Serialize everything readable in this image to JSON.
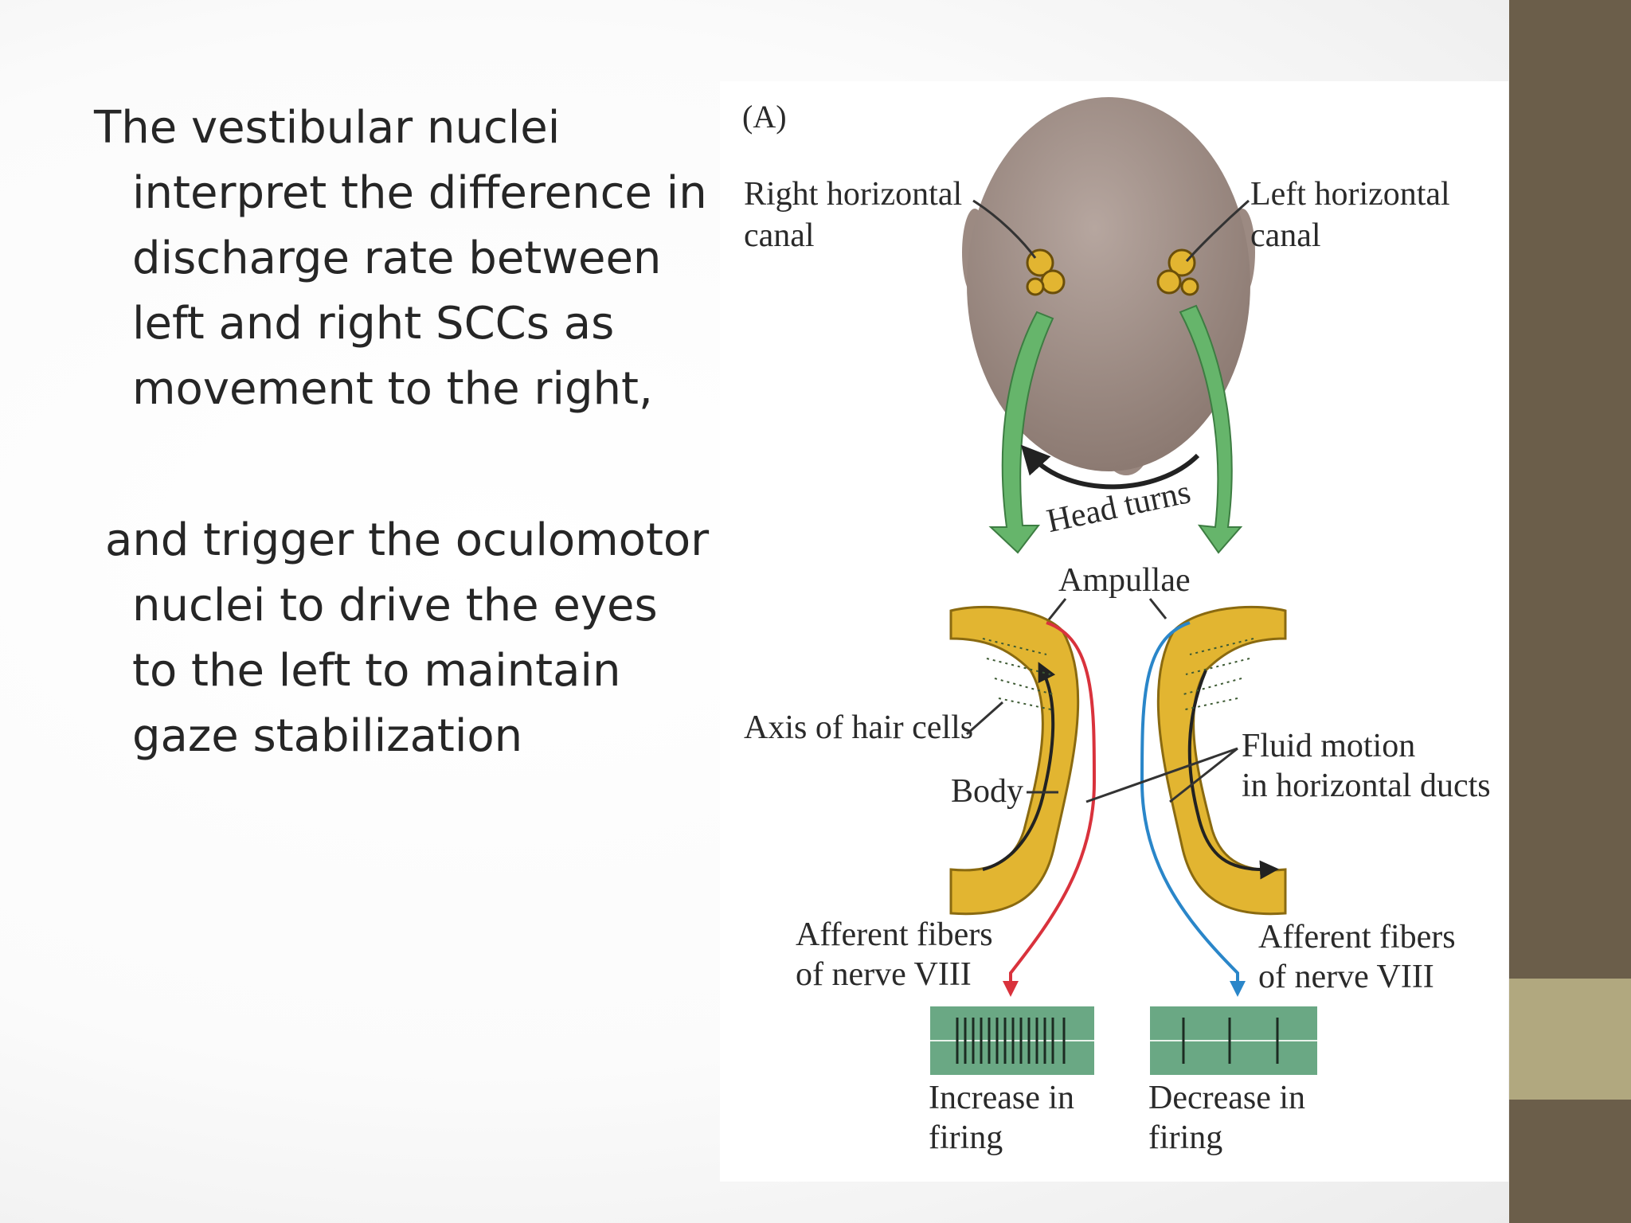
{
  "slide": {
    "text": {
      "paragraph1": "The vestibular nuclei interpret the difference in discharge rate between left and right SCCs as movement to the right,",
      "paragraph2": "and trigger the oculomotor nuclei to drive the eyes to the left to maintain gaze stabilization"
    },
    "figure": {
      "panel_label": "(A)",
      "right_canal_line1": "Right horizontal",
      "right_canal_line2": "canal",
      "left_canal_line1": "Left horizontal",
      "left_canal_line2": "canal",
      "head_turns": "Head turns",
      "ampullae": "Ampullae",
      "axis_hair_cells": "Axis of hair cells",
      "body": "Body",
      "fluid_line1": "Fluid motion",
      "fluid_line2": "in horizontal ducts",
      "afferent_left_line1": "Afferent fibers",
      "afferent_left_line2": "of nerve VIII",
      "afferent_right_line1": "Afferent fibers",
      "afferent_right_line2": "of nerve VIII",
      "increase_line1": "Increase in",
      "increase_line2": "firing",
      "decrease_line1": "Decrease in",
      "decrease_line2": "firing"
    },
    "colors": {
      "sidebar": "#6b5e4a",
      "sidebar_accent": "#b1a87f",
      "head": "#a08f88",
      "green_arrow": "#66b56b",
      "canal_gold": "#e2b531",
      "red_fiber": "#d9323c",
      "blue_fiber": "#2a86c9",
      "recording_panel": "#6aa884"
    }
  }
}
